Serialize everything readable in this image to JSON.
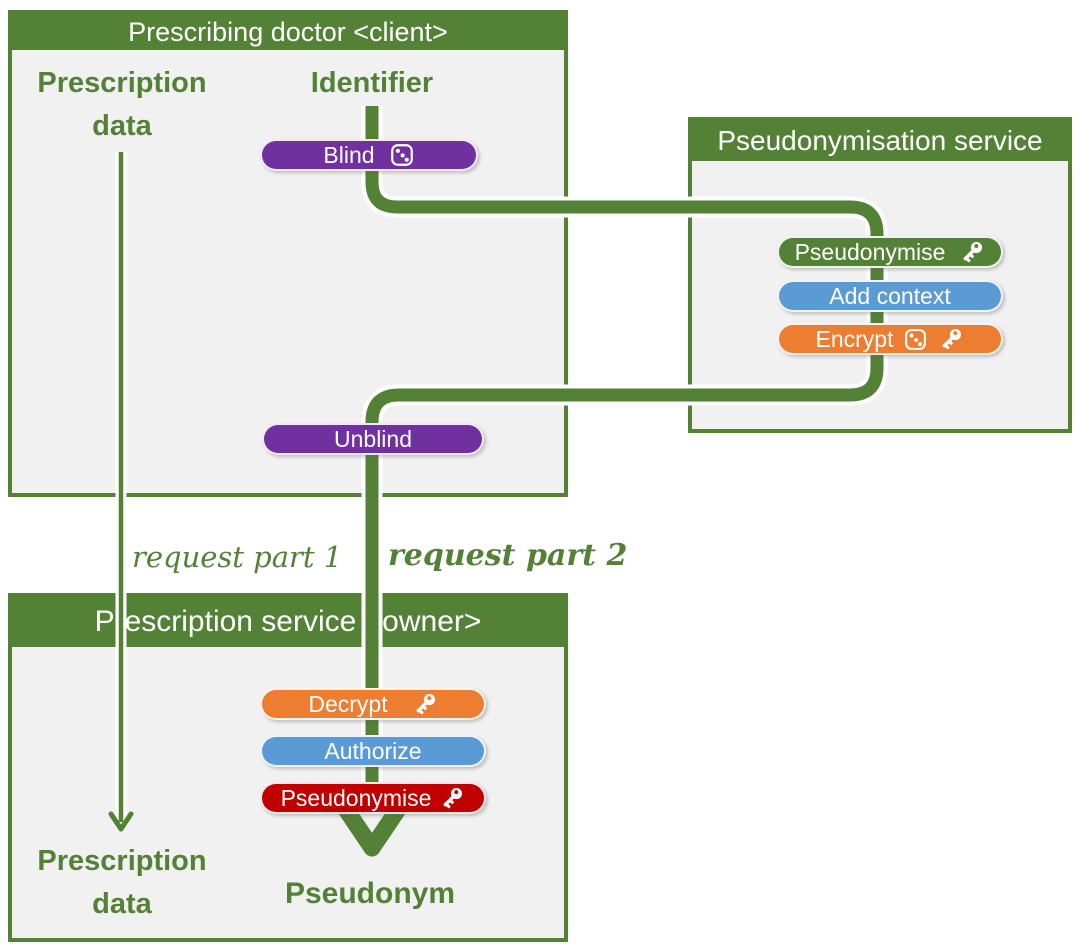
{
  "colors": {
    "green": "#538135",
    "panel_fill": "#F1F1F2",
    "purple": "#7030A0",
    "blue": "#5B9BD5",
    "orange": "#ED7D31",
    "red": "#C00000",
    "white": "#FFFFFF"
  },
  "panels": {
    "doctor": {
      "title": "Prescribing doctor <client>"
    },
    "pseudo_service": {
      "title": "Pseudonymisation service"
    },
    "prescription_service": {
      "title": "Prescription service <owner>"
    }
  },
  "labels": {
    "prescription_data_top_line1": "Prescription",
    "prescription_data_top_line2": "data",
    "identifier": "Identifier",
    "request_part_1": "request part 1",
    "request_part_2": "request part 2",
    "prescription_data_bottom_line1": "Prescription",
    "prescription_data_bottom_line2": "data",
    "pseudonym": "Pseudonym"
  },
  "pills": {
    "blind": {
      "label": "Blind",
      "color": "#7030A0",
      "icons": [
        "dice-icon"
      ]
    },
    "unblind": {
      "label": "Unblind",
      "color": "#7030A0",
      "icons": []
    },
    "pseudonymise_service": {
      "label": "Pseudonymise",
      "color": "#538135",
      "icons": [
        "key-icon"
      ]
    },
    "add_context": {
      "label": "Add context",
      "color": "#5B9BD5",
      "icons": []
    },
    "encrypt": {
      "label": "Encrypt",
      "color": "#ED7D31",
      "icons": [
        "dice-icon",
        "key-icon"
      ]
    },
    "decrypt": {
      "label": "Decrypt",
      "color": "#ED7D31",
      "icons": [
        "key-icon"
      ]
    },
    "authorize": {
      "label": "Authorize",
      "color": "#5B9BD5",
      "icons": []
    },
    "pseudonymise_owner": {
      "label": "Pseudonymise",
      "color": "#C00000",
      "icons": [
        "key-icon"
      ]
    }
  }
}
